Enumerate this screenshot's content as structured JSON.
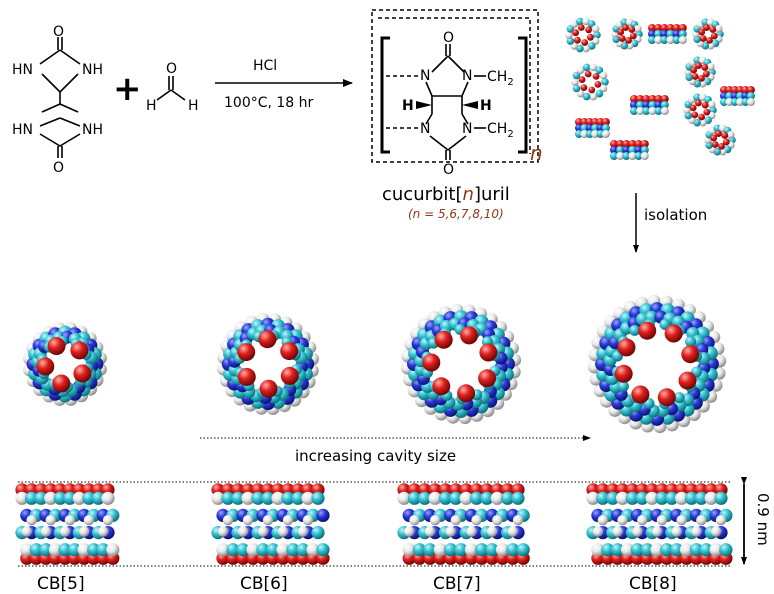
{
  "reaction": {
    "glycoluril_atoms": {
      "o_top": "O",
      "o_bottom": "O",
      "nh_top_left": "HN",
      "nh_top_right": "NH",
      "nh_bottom_left": "HN",
      "nh_bottom_right": "NH"
    },
    "plus": "+",
    "formaldehyde_atoms": {
      "o": "O",
      "h_left": "H",
      "h_right": "H"
    },
    "reagent": "HCl",
    "conditions": "100°C, 18 hr"
  },
  "product": {
    "atoms": {
      "o_top": "O",
      "o_bottom": "O",
      "n1": "N",
      "n2": "N",
      "n3": "N",
      "n4": "N",
      "ch2_top": "CH",
      "ch2_bottom": "CH",
      "sub2": "2",
      "h_left": "H",
      "h_right": "H"
    },
    "repeat_symbol": "n",
    "name_prefix": "cucurbit[",
    "name_var": "n",
    "name_suffix": "]uril",
    "n_values": "(n = 5,6,7,8,10)"
  },
  "isolation_label": "isolation",
  "cavity_label": "increasing cavity size",
  "height_label": "0.9 nm",
  "homologues": [
    {
      "label": "CB[5]",
      "ring_units": 5
    },
    {
      "label": "CB[6]",
      "ring_units": 6
    },
    {
      "label": "CB[7]",
      "ring_units": 7
    },
    {
      "label": "CB[8]",
      "ring_units": 8
    }
  ],
  "colors": {
    "carbon": "#35c4d4",
    "nitrogen": "#2a3ad8",
    "oxygen": "#e0201e",
    "hydrogen": "#e8e8e8"
  }
}
